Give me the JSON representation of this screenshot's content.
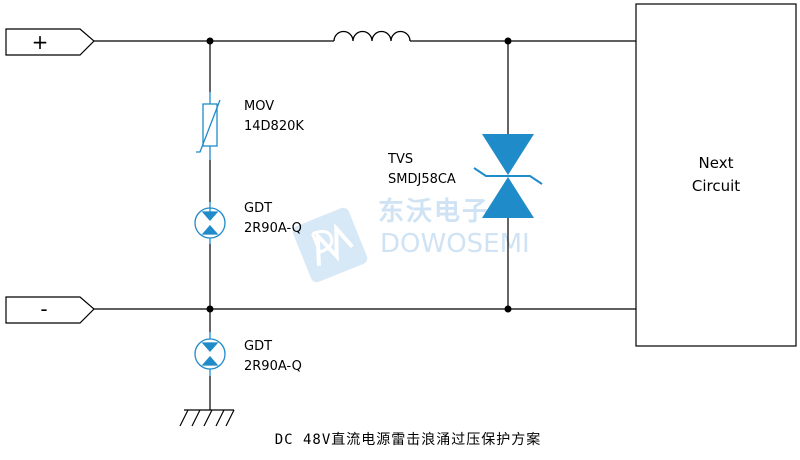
{
  "terminals": {
    "positive": "+",
    "negative": "-"
  },
  "components": {
    "mov": {
      "type": "MOV",
      "part": "14D820K"
    },
    "gdt_upper": {
      "type": "GDT",
      "part": "2R90A-Q"
    },
    "gdt_lower": {
      "type": "GDT",
      "part": "2R90A-Q"
    },
    "tvs": {
      "type": "TVS",
      "part": "SMDJ58CA"
    }
  },
  "load_box": {
    "line1": "Next",
    "line2": "Circuit"
  },
  "watermark": {
    "chinese": "东沃电子",
    "english": "DOWOSEMI"
  },
  "caption": "DC 48V直流电源雷击浪涌过压保护方案",
  "colors": {
    "wire": "#000000",
    "component": "#1f8bc8",
    "tvs_fill": "#1f8bc8",
    "watermark": "#cfe3f4"
  }
}
